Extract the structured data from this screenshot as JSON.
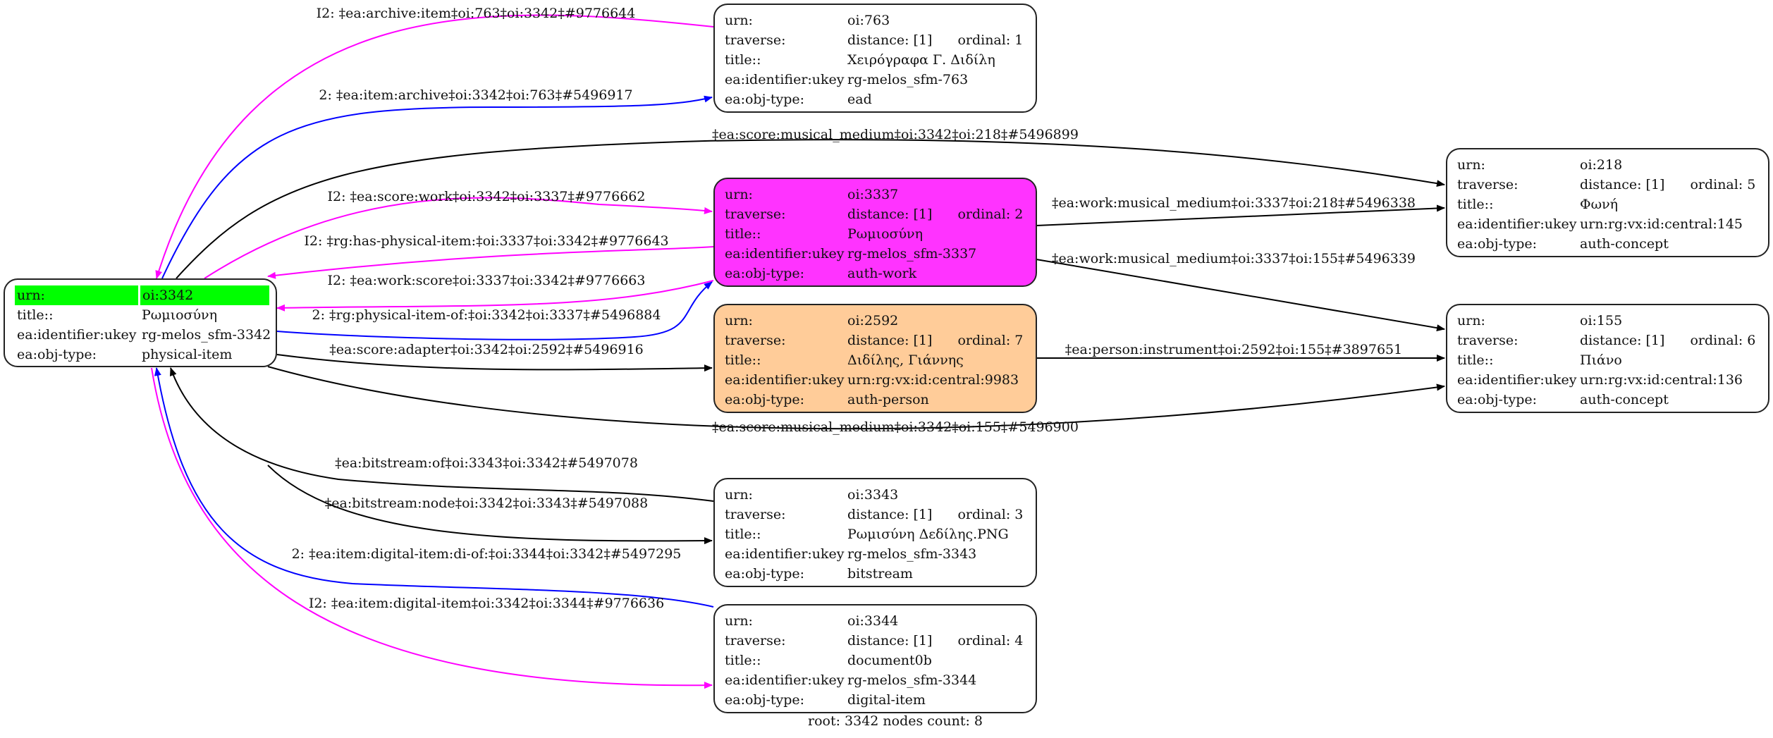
{
  "footer": "root: 3342 nodes count: 8",
  "colors": {
    "root_highlight": "#00ff00",
    "work_fill": "#ff33ff",
    "person_fill": "#ffcc99",
    "edge_black": "#000000",
    "edge_blue": "#0000ff",
    "edge_magenta": "#ff00ff"
  },
  "root": {
    "rows": [
      {
        "key": "urn:",
        "value": "oi:3342"
      },
      {
        "key": "title::",
        "value": "Ρωμιοσύνη"
      },
      {
        "key": "ea:identifier:ukey",
        "value": "rg-melos_sfm-3342"
      },
      {
        "key": "ea:obj-type:",
        "value": "physical-item"
      }
    ]
  },
  "nodes": [
    {
      "id": "763",
      "fill": "#ffffff",
      "urn": "oi:763",
      "distance": "distance: [1]",
      "ordinal": "ordinal: 1",
      "title": "Χειρόγραφα Γ. Διδίλη",
      "ukey": "rg-melos_sfm-763",
      "type": "ead"
    },
    {
      "id": "3337",
      "fill": "#ff33ff",
      "urn": "oi:3337",
      "distance": "distance: [1]",
      "ordinal": "ordinal: 2",
      "title": "Ρωμιοσύνη",
      "ukey": "rg-melos_sfm-3337",
      "type": "auth-work"
    },
    {
      "id": "2592",
      "fill": "#ffcc99",
      "urn": "oi:2592",
      "distance": "distance: [1]",
      "ordinal": "ordinal: 7",
      "title": "Διδίλης, Γιάννης",
      "ukey": "urn:rg:vx:id:central:9983",
      "type": "auth-person"
    },
    {
      "id": "3343",
      "fill": "#ffffff",
      "urn": "oi:3343",
      "distance": "distance: [1]",
      "ordinal": "ordinal: 3",
      "title": "Ρωμισύνη Δεδίλης.PNG",
      "ukey": "rg-melos_sfm-3343",
      "type": "bitstream"
    },
    {
      "id": "3344",
      "fill": "#ffffff",
      "urn": "oi:3344",
      "distance": "distance: [1]",
      "ordinal": "ordinal: 4",
      "title": "document0b",
      "ukey": "rg-melos_sfm-3344",
      "type": "digital-item"
    },
    {
      "id": "218",
      "fill": "#ffffff",
      "urn": "oi:218",
      "distance": "distance: [1]",
      "ordinal": "ordinal: 5",
      "title": "Φωνή",
      "ukey": "urn:rg:vx:id:central:145",
      "type": "auth-concept"
    },
    {
      "id": "155",
      "fill": "#ffffff",
      "urn": "oi:155",
      "distance": "distance: [1]",
      "ordinal": "ordinal: 6",
      "title": "Πιάνο",
      "ukey": "urn:rg:vx:id:central:136",
      "type": "auth-concept"
    }
  ],
  "row_keys": {
    "urn": "urn:",
    "traverse": "traverse:",
    "title": "title::",
    "ukey": "ea:identifier:ukey",
    "type": "ea:obj-type:"
  },
  "edges": [
    {
      "id": "e1",
      "from": "763",
      "to": "3342",
      "color": "magenta",
      "label": "I2: ‡ea:archive:item‡oi:763‡oi:3342‡#9776644"
    },
    {
      "id": "e2",
      "from": "3342",
      "to": "763",
      "color": "blue",
      "label": "2: ‡ea:item:archive‡oi:3342‡oi:763‡#5496917"
    },
    {
      "id": "e3",
      "from": "3342",
      "to": "218",
      "color": "black",
      "label": "‡ea:score:musical_medium‡oi:3342‡oi:218‡#5496899"
    },
    {
      "id": "e4",
      "from": "3342",
      "to": "3337",
      "color": "magenta",
      "label": "I2: ‡ea:score:work‡oi:3342‡oi:3337‡#9776662"
    },
    {
      "id": "e5",
      "from": "3337",
      "to": "3342",
      "color": "magenta",
      "label": "I2: ‡rg:has-physical-item:‡oi:3337‡oi:3342‡#9776643"
    },
    {
      "id": "e6",
      "from": "3337",
      "to": "3342",
      "color": "magenta",
      "label": "I2: ‡ea:work:score‡oi:3337‡oi:3342‡#9776663"
    },
    {
      "id": "e7",
      "from": "3342",
      "to": "3337",
      "color": "blue",
      "label": "2: ‡rg:physical-item-of:‡oi:3342‡oi:3337‡#5496884"
    },
    {
      "id": "e8",
      "from": "3342",
      "to": "2592",
      "color": "black",
      "label": "‡ea:score:adapter‡oi:3342‡oi:2592‡#5496916"
    },
    {
      "id": "e9",
      "from": "3342",
      "to": "155",
      "color": "black",
      "label": "‡ea:score:musical_medium‡oi:3342‡oi:155‡#5496900"
    },
    {
      "id": "e10",
      "from": "3337",
      "to": "218",
      "color": "black",
      "label": "‡ea:work:musical_medium‡oi:3337‡oi:218‡#5496338"
    },
    {
      "id": "e11",
      "from": "3337",
      "to": "155",
      "color": "black",
      "label": "‡ea:work:musical_medium‡oi:3337‡oi:155‡#5496339"
    },
    {
      "id": "e12",
      "from": "2592",
      "to": "155",
      "color": "black",
      "label": "‡ea:person:instrument‡oi:2592‡oi:155‡#3897651"
    },
    {
      "id": "e13",
      "from": "3343",
      "to": "3342",
      "color": "black",
      "label": "‡ea:bitstream:of‡oi:3343‡oi:3342‡#5497078"
    },
    {
      "id": "e14",
      "from": "3342",
      "to": "3343",
      "color": "black",
      "label": "‡ea:bitstream:node‡oi:3342‡oi:3343‡#5497088"
    },
    {
      "id": "e15",
      "from": "3344",
      "to": "3342",
      "color": "blue",
      "label": "2: ‡ea:item:digital-item:di-of:‡oi:3344‡oi:3342‡#5497295"
    },
    {
      "id": "e16",
      "from": "3342",
      "to": "3344",
      "color": "magenta",
      "label": "I2: ‡ea:item:digital-item‡oi:3342‡oi:3344‡#9776636"
    }
  ]
}
